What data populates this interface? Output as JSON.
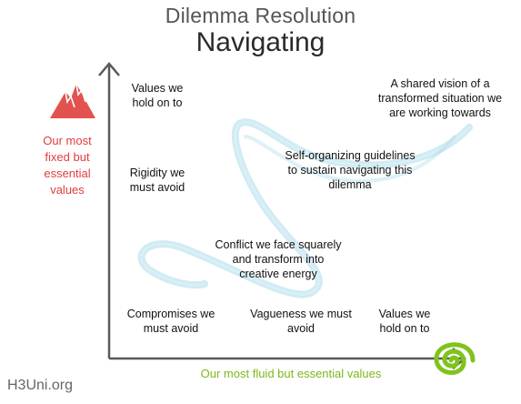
{
  "header": {
    "title_small": "Dilemma Resolution",
    "title_large": "Navigating"
  },
  "axes": {
    "y_label": "Our most fixed but essential values",
    "y_label_lines": [
      "Our most",
      "fixed but",
      "essential",
      "values"
    ],
    "x_label": "Our most fluid but essential values",
    "y_color": "#e23c3c",
    "x_color": "#7fb61c"
  },
  "labels": {
    "values_top": [
      "Values we",
      "hold on to"
    ],
    "rigidity": [
      "Rigidity we",
      "must avoid"
    ],
    "shared_vision": [
      "A shared vision of a",
      "transformed situation we",
      "are working towards"
    ],
    "guidelines": [
      "Self-organizing guidelines",
      "to sustain navigating this",
      "dilemma"
    ],
    "conflict": [
      "Conflict we face squarely",
      "and transform into",
      "creative energy"
    ],
    "compromises": [
      "Compromises we",
      "must avoid"
    ],
    "vagueness": [
      "Vagueness we must",
      "avoid"
    ],
    "values_bottom": [
      "Values we",
      "hold on to"
    ]
  },
  "icons": {
    "mountain": "mountain-icon",
    "spiral": "spiral-icon"
  },
  "colors": {
    "wave": "#a9dbe9",
    "mountain": "#e2524f",
    "spiral": "#7fc31c",
    "axis": "#5a5a5a"
  },
  "footer": {
    "brand": "H3Uni.org"
  }
}
